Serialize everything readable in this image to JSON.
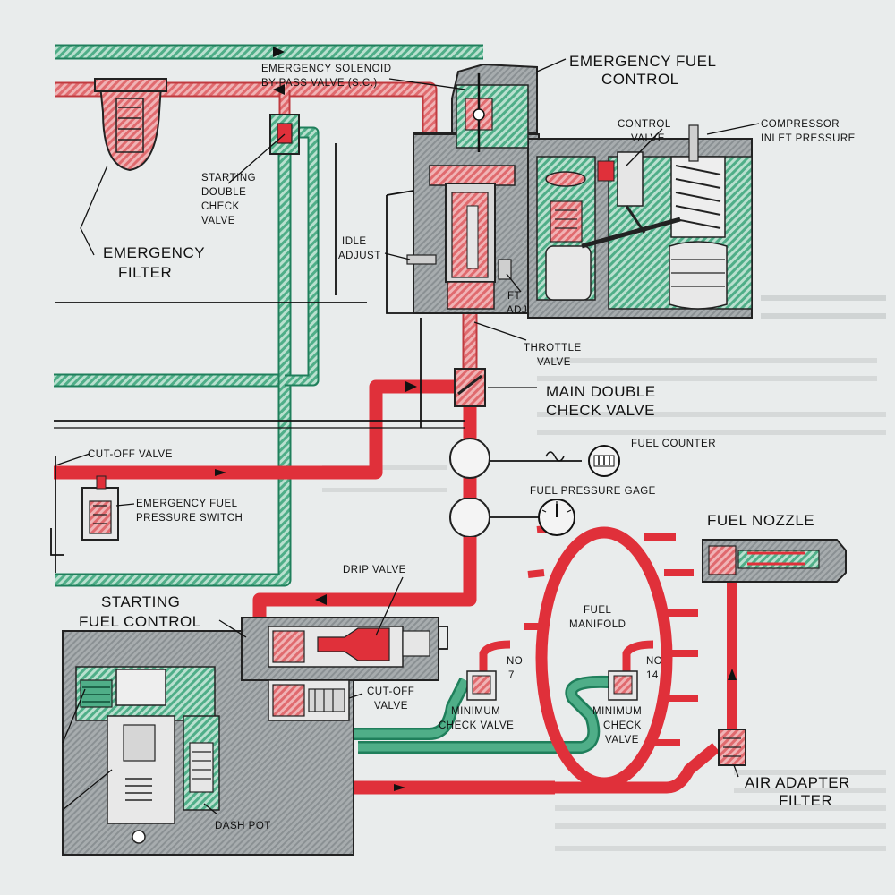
{
  "colors": {
    "fuel_red": "#e0303a",
    "hatched_red": "#e06a6e",
    "return_green": "#2aa57a",
    "hatched_green": "#5fb894",
    "housing_gray": "#8f9598",
    "background": "#e9ecec"
  },
  "labels": {
    "emergency_fuel_control": [
      "EMERGENCY FUEL",
      "CONTROL"
    ],
    "emergency_solenoid": [
      "EMERGENCY SOLENOID",
      "BY-PASS VALVE (S.C.)"
    ],
    "control_valve": [
      "CONTROL",
      "VALVE"
    ],
    "compressor_inlet_pressure": [
      "COMPRESSOR",
      "INLET PRESSURE"
    ],
    "starting_double_check_valve": [
      "STARTING",
      "DOUBLE",
      "CHECK",
      "VALVE"
    ],
    "emergency_filter": [
      "EMERGENCY",
      "FILTER"
    ],
    "idle_adjust": [
      "IDLE",
      "ADJUST"
    ],
    "ft_adj": [
      "FT",
      "ADJ"
    ],
    "throttle_valve": [
      "THROTTLE",
      "VALVE"
    ],
    "main_double_check_valve": [
      "MAIN DOUBLE",
      "CHECK VALVE"
    ],
    "fuel_counter": "FUEL COUNTER",
    "cut_off_valve_main": "CUT-OFF VALVE",
    "emergency_fuel_pressure_switch": [
      "EMERGENCY FUEL",
      "PRESSURE SWITCH"
    ],
    "fuel_pressure_gage": "FUEL PRESSURE GAGE",
    "fuel_nozzle": "FUEL NOZZLE",
    "drip_valve": "DRIP VALVE",
    "starting_fuel_control": [
      "STARTING",
      "FUEL CONTROL"
    ],
    "fuel_manifold": [
      "FUEL",
      "MANIFOLD"
    ],
    "cut_off_valve_lower": [
      "CUT-OFF",
      "VALVE"
    ],
    "no_7": [
      "NO",
      "7"
    ],
    "no_14": [
      "NO",
      "14"
    ],
    "minimum_check_valve_left": [
      "MINIMUM",
      "CHECK VALVE"
    ],
    "minimum_check_valve_right": [
      "MINIMUM",
      "CHECK",
      "VALVE"
    ],
    "air_adapter_filter": [
      "AIR ADAPTER",
      "FILTER"
    ],
    "dash_pot": "DASH POT"
  }
}
